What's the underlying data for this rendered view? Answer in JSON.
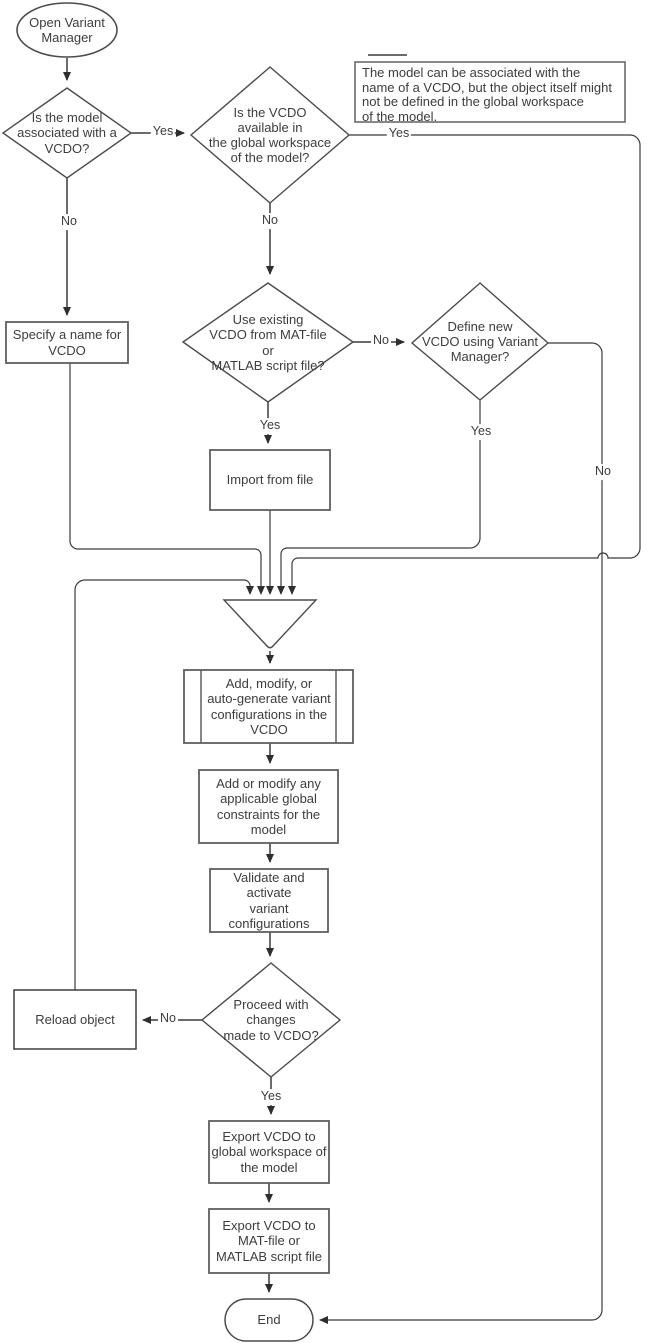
{
  "colors": {
    "background": "#ffffff",
    "line": "#3b3b3b",
    "text": "#3d3d3d",
    "box_border": "#666666",
    "diamond_border": "#4b4b4b"
  },
  "nodes": {
    "start": {
      "label": "Open Variant\nManager"
    },
    "decision_model_associated": {
      "label": "Is the model\nassociated with a\nVCDO?"
    },
    "decision_vcdo_available": {
      "label": "Is the VCDO\navailable in\nthe global workspace\nof the model?"
    },
    "specify_name": {
      "label": "Specify a name for\nVCDO"
    },
    "decision_use_existing": {
      "label": "Use existing\nVCDO from MAT-file\nor\nMATLAB script file?"
    },
    "decision_define_new": {
      "label": "Define new\nVCDO using Variant\nManager?"
    },
    "import_from_file": {
      "label": "Import from file"
    },
    "add_modify_configs": {
      "label": "Add, modify, or\nauto-generate variant\nconfigurations in the\nVCDO"
    },
    "add_constraints": {
      "label": "Add or modify any\napplicable global\nconstraints for the model"
    },
    "validate_activate": {
      "label": "Validate and activate\nvariant configurations"
    },
    "decision_proceed": {
      "label": "Proceed with\nchanges\nmade to VCDO?"
    },
    "reload_object": {
      "label": "Reload object"
    },
    "export_workspace": {
      "label": "Export VCDO to\nglobal workspace of\nthe model"
    },
    "export_file": {
      "label": "Export VCDO to\nMAT-file or\nMATLAB script file"
    },
    "end": {
      "label": "End"
    }
  },
  "note": {
    "text": "The model can be associated with the\nname of a VCDO, but the object itself might\nnot be defined in the global workspace\nof the model."
  },
  "edge_labels": {
    "model_associated_yes": "Yes",
    "model_associated_no": "No",
    "vcdo_available_yes": "Yes",
    "vcdo_available_no": "No",
    "use_existing_yes": "Yes",
    "use_existing_no": "No",
    "define_new_yes": "Yes",
    "define_new_no": "No",
    "proceed_yes": "Yes",
    "proceed_no": "No"
  }
}
